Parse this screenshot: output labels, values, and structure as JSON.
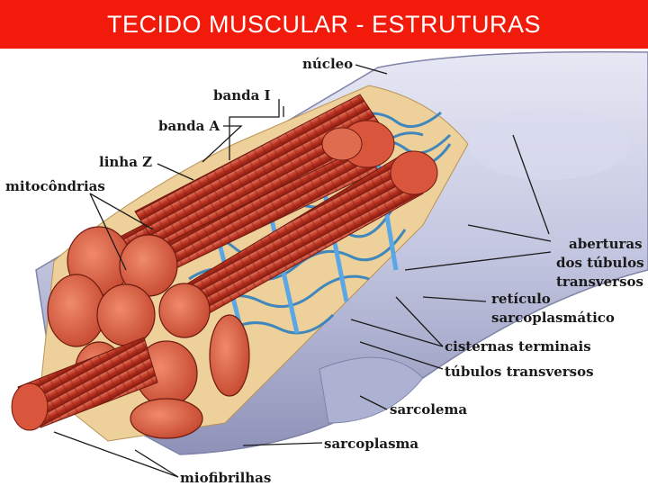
{
  "title": "TECIDO MUSCULAR - ESTRUTURAS",
  "colors": {
    "header": "#f21b0b",
    "sarcolemma": "#c9cbe3",
    "myofibril": "#c23a25",
    "reticulum": "#2f7fc0",
    "mitochondria": "#d8553a",
    "sarcoplasm": "#f1d59a"
  },
  "labels": {
    "nucleo": "núcleo",
    "banda_i": "banda I",
    "banda_a": "banda A",
    "linha_z": "linha Z",
    "mitocondrias": "mitocôndrias",
    "aberturas_1": "aberturas",
    "aberturas_2": "dos túbulos",
    "aberturas_3": "transversos",
    "reticulo_1": "retículo",
    "reticulo_2": "sarcoplasmático",
    "cisternas": "cisternas terminais",
    "tubulos": "túbulos transversos",
    "sarcolema": "sarcolema",
    "sarcoplasma": "sarcoplasma",
    "miofibrilhas": "miofibrilhas"
  }
}
